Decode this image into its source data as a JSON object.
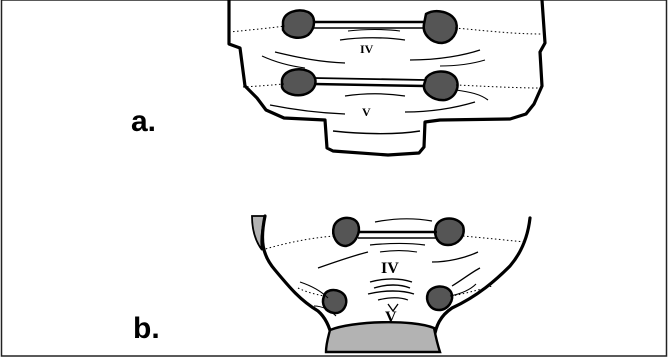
{
  "panels": [
    {
      "label": "a.",
      "vertebra_upper": "IV",
      "vertebra_lower": "V"
    },
    {
      "label": "b.",
      "vertebra_upper": "IV",
      "vertebra_lower": "V"
    }
  ],
  "colors": {
    "outline": "#000000",
    "nodule": "#555555",
    "shaded_region": "#b3b3b3",
    "frame": "#222222"
  }
}
